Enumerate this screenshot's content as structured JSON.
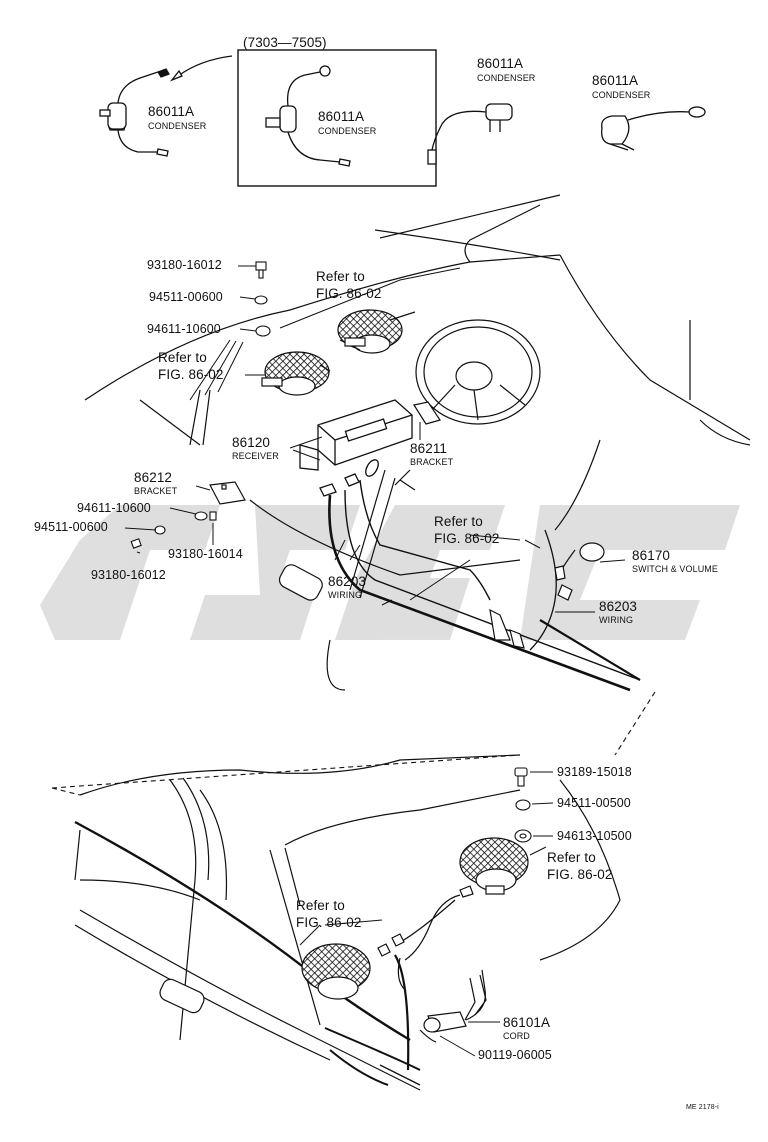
{
  "diagram": {
    "range_note": "(7303—7505)",
    "condensers": [
      {
        "part": "86011A",
        "name": "CONDENSER"
      },
      {
        "part": "86011A",
        "name": "CONDENSER"
      },
      {
        "part": "86011A",
        "name": "CONDENSER"
      },
      {
        "part": "86011A",
        "name": "CONDENSER"
      }
    ],
    "front": {
      "bolt_upper": "93180-16012",
      "washer_upper": "94511-00600",
      "nut_upper": "94611-10600",
      "refer_a": [
        "Refer to",
        "FIG. 86-02"
      ],
      "refer_b": [
        "Refer to",
        "FIG. 86-02"
      ],
      "receiver": {
        "part": "86120",
        "name": "RECEIVER"
      },
      "bracket_right": {
        "part": "86211",
        "name": "BRACKET"
      },
      "bracket_left": {
        "part": "86212",
        "name": "BRACKET"
      },
      "nut_lower": "94611-10600",
      "washer_lower": "94511-00600",
      "bolt_lower": "93180-16012",
      "screw_lower": "93180-16014",
      "wiring_center": {
        "part": "86203",
        "name": "WIRING"
      },
      "refer_c": [
        "Refer to",
        "FIG. 86-02"
      ],
      "switch": {
        "part": "86170",
        "name": "SWITCH & VOLUME"
      },
      "wiring_right": {
        "part": "86203",
        "name": "WIRING"
      }
    },
    "rear": {
      "screw": "93189-15018",
      "washer": "94511-00500",
      "nut": "94613-10500",
      "refer_d": [
        "Refer to",
        "FIG. 86-02"
      ],
      "refer_e": [
        "Refer to",
        "FIG. 86-02"
      ],
      "cord": {
        "part": "86101A",
        "name": "CORD"
      },
      "clip": "90119-06005"
    },
    "figure_code": "ME 2178-i",
    "watermark_color": "#d9d9d9"
  }
}
